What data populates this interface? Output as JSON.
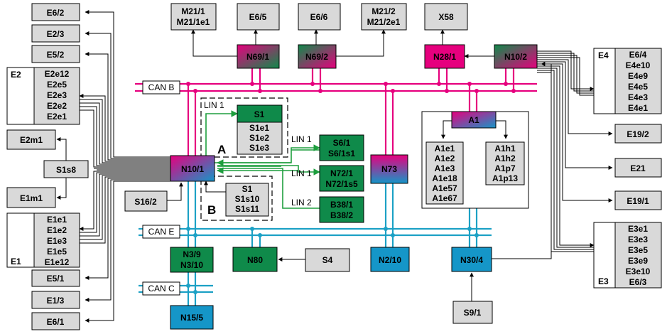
{
  "colors": {
    "can_b": "#e6007e",
    "can_e": "#1ca1c5",
    "can_c": "#1ca1c5",
    "lin": "#1e9e3e",
    "box_grey": "#d9d9d9",
    "module_green": "#0f8a4a",
    "module_blue": "#1596c8",
    "module_pink": "#e6007e"
  },
  "buses": {
    "can_b": "CAN B",
    "can_e": "CAN E",
    "can_c": "CAN C",
    "lin1_a": "LIN 1",
    "lin1_b": "LIN 1",
    "lin1_c": "LIN 1",
    "lin2": "LIN 2"
  },
  "group_letters": {
    "a": "A",
    "b": "B"
  },
  "left_column": {
    "e6_2": "E6/2",
    "e2_3": "E2/3",
    "e5_2": "E5/2",
    "group_e2": {
      "tag": "E2",
      "items": [
        "E2e12",
        "E2e5",
        "E2e3",
        "E2e2",
        "E2e1"
      ]
    },
    "e2m1": "E2m1",
    "s1s8": "S1s8",
    "e1m1": "E1m1",
    "group_e1": {
      "tag": "E1",
      "items": [
        "E1e1",
        "E1e2",
        "E1e3",
        "E1e5",
        "E1e12"
      ]
    },
    "e5_1": "E5/1",
    "e1_3": "E1/3",
    "e6_1": "E6/1"
  },
  "top_row": {
    "m21_1": [
      "M21/1",
      "M21/1e1"
    ],
    "e6_5": "E6/5",
    "e6_6": "E6/6",
    "m21_2": [
      "M21/2",
      "M21/2e1"
    ],
    "x58": "X58"
  },
  "modules": {
    "n69_1": "N69/1",
    "n69_2": "N69/2",
    "n28_1": "N28/1",
    "n10_2": "N10/2",
    "n10_1": "N10/1",
    "n73": "N73",
    "a1": "A1",
    "n3_9": [
      "N3/9",
      "N3/10"
    ],
    "n80": "N80",
    "n2_10": "N2/10",
    "n30_4": "N30/4",
    "n15_5": "N15/5"
  },
  "lin_nodes": {
    "s1_header": "S1",
    "s1_items": [
      "S1e1",
      "S1e2",
      "S1e3"
    ],
    "s6_1": [
      "S6/1",
      "S6/1s1"
    ],
    "n72_1": [
      "N72/1",
      "N72/1s5"
    ],
    "b38_1": [
      "B38/1",
      "B38/2"
    ],
    "sb_items": [
      "S1",
      "S1s10",
      "S1s11"
    ]
  },
  "a1_group": {
    "left_items": [
      "A1e1",
      "A1e2",
      "A1e3",
      "A1e18",
      "A1e57",
      "A1e67"
    ],
    "right_items": [
      "A1h1",
      "A1h2",
      "A1p7",
      "A1p13"
    ]
  },
  "misc": {
    "s16_2": "S16/2",
    "s4": "S4",
    "s9_1": "S9/1"
  },
  "right_column": {
    "group_e4": {
      "tag": "E4",
      "items": [
        "E6/4",
        "E4e10",
        "E4e9",
        "E4e5",
        "E4e3",
        "E4e1"
      ]
    },
    "e19_2": "E19/2",
    "e21": "E21",
    "e19_1": "E19/1",
    "group_e3": {
      "tag": "E3",
      "items": [
        "E3e1",
        "E3e3",
        "E3e5",
        "E3e9",
        "E3e10",
        "E6/3"
      ]
    }
  }
}
